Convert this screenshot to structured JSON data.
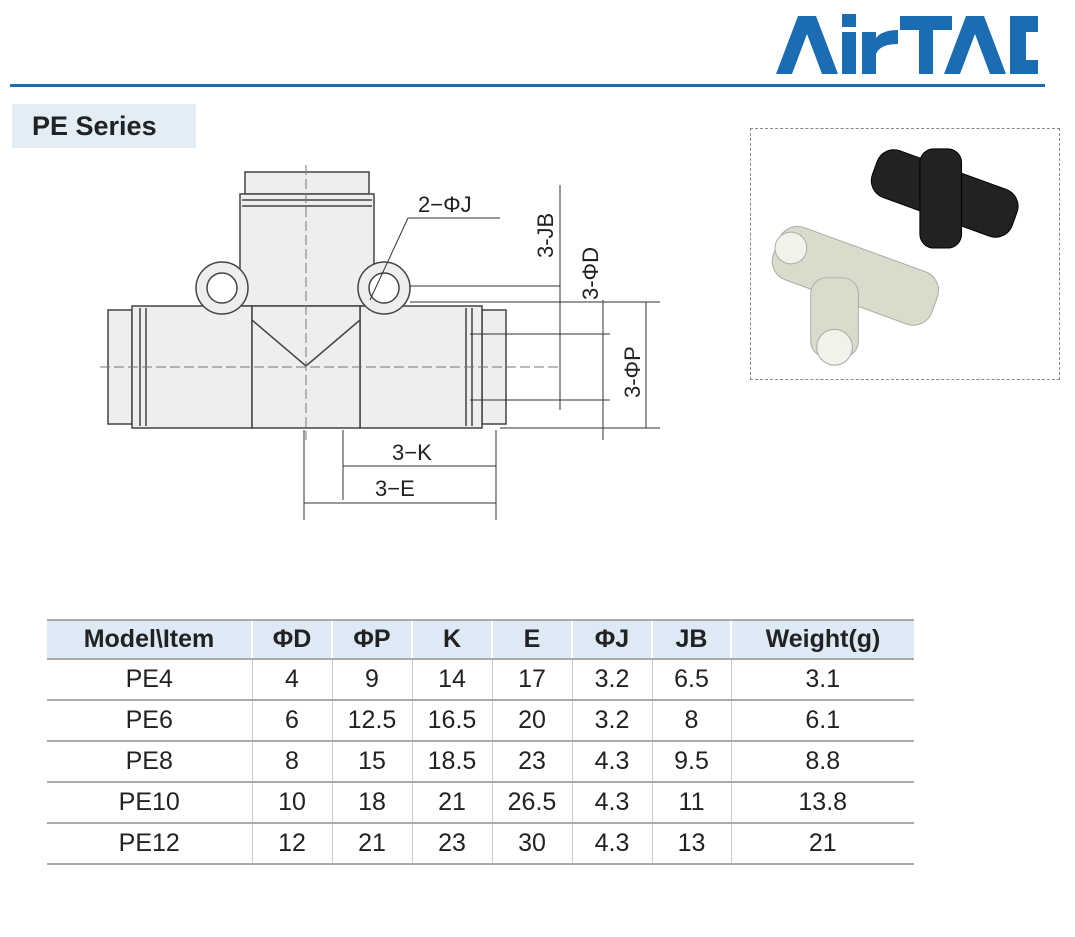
{
  "brand": {
    "logo_text": "AirTAC",
    "color": "#1b6cb3"
  },
  "series_title": "PE Series",
  "drawing": {
    "label_j": "2−ΦJ",
    "label_jb": "3-JB",
    "label_d": "3-ΦD",
    "label_p": "3-ΦP",
    "label_k": "3−K",
    "label_e": "3−E"
  },
  "table": {
    "headers": [
      "Model\\Item",
      "ΦD",
      "ΦP",
      "K",
      "E",
      "ΦJ",
      "JB",
      "Weight(g)"
    ],
    "rows": [
      [
        "PE4",
        "4",
        "9",
        "14",
        "17",
        "3.2",
        "6.5",
        "3.1"
      ],
      [
        "PE6",
        "6",
        "12.5",
        "16.5",
        "20",
        "3.2",
        "8",
        "6.1"
      ],
      [
        "PE8",
        "8",
        "15",
        "18.5",
        "23",
        "4.3",
        "9.5",
        "8.8"
      ],
      [
        "PE10",
        "10",
        "18",
        "21",
        "26.5",
        "4.3",
        "11",
        "13.8"
      ],
      [
        "PE12",
        "12",
        "21",
        "23",
        "30",
        "4.3",
        "13",
        "21"
      ]
    ]
  }
}
